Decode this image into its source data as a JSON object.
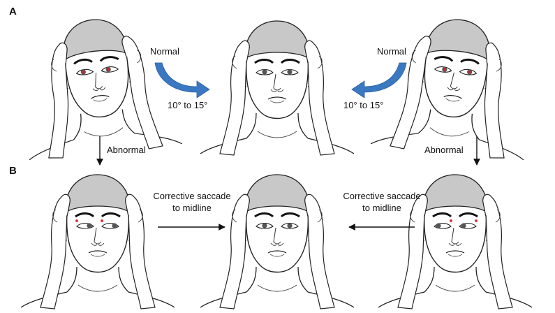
{
  "panels": {
    "a": "A",
    "b": "B"
  },
  "row_a": {
    "left_label": "Normal",
    "left_angle": "10° to 15°",
    "right_label": "Normal",
    "right_angle": "10° to 15°"
  },
  "transition": {
    "left_label": "Abnormal",
    "right_label": "Abnormal"
  },
  "row_b": {
    "left_line1": "Corrective saccade",
    "left_line2": "to midline",
    "right_line1": "Corrective saccade",
    "right_line2": "to midline"
  },
  "colors": {
    "rotation_arrow": "#3a78c2",
    "gaze_dot": "#e02020",
    "cap": "#c8c8c8",
    "line": "#222222"
  },
  "heads": [
    {
      "row": "A",
      "pose": "turned-to-viewer-right",
      "gaze": "target",
      "dots": [
        "left-eye",
        "right-eye"
      ]
    },
    {
      "row": "A",
      "pose": "front",
      "gaze": "center",
      "dots": []
    },
    {
      "row": "A",
      "pose": "turned-to-viewer-left",
      "gaze": "target",
      "dots": [
        "left-eye",
        "right-eye"
      ]
    },
    {
      "row": "B",
      "pose": "front",
      "gaze": "deviated-right",
      "dots": [
        "left-eye",
        "right-eye"
      ]
    },
    {
      "row": "B",
      "pose": "front",
      "gaze": "center",
      "dots": []
    },
    {
      "row": "B",
      "pose": "front",
      "gaze": "deviated-left",
      "dots": [
        "left-eye",
        "right-eye"
      ]
    }
  ]
}
